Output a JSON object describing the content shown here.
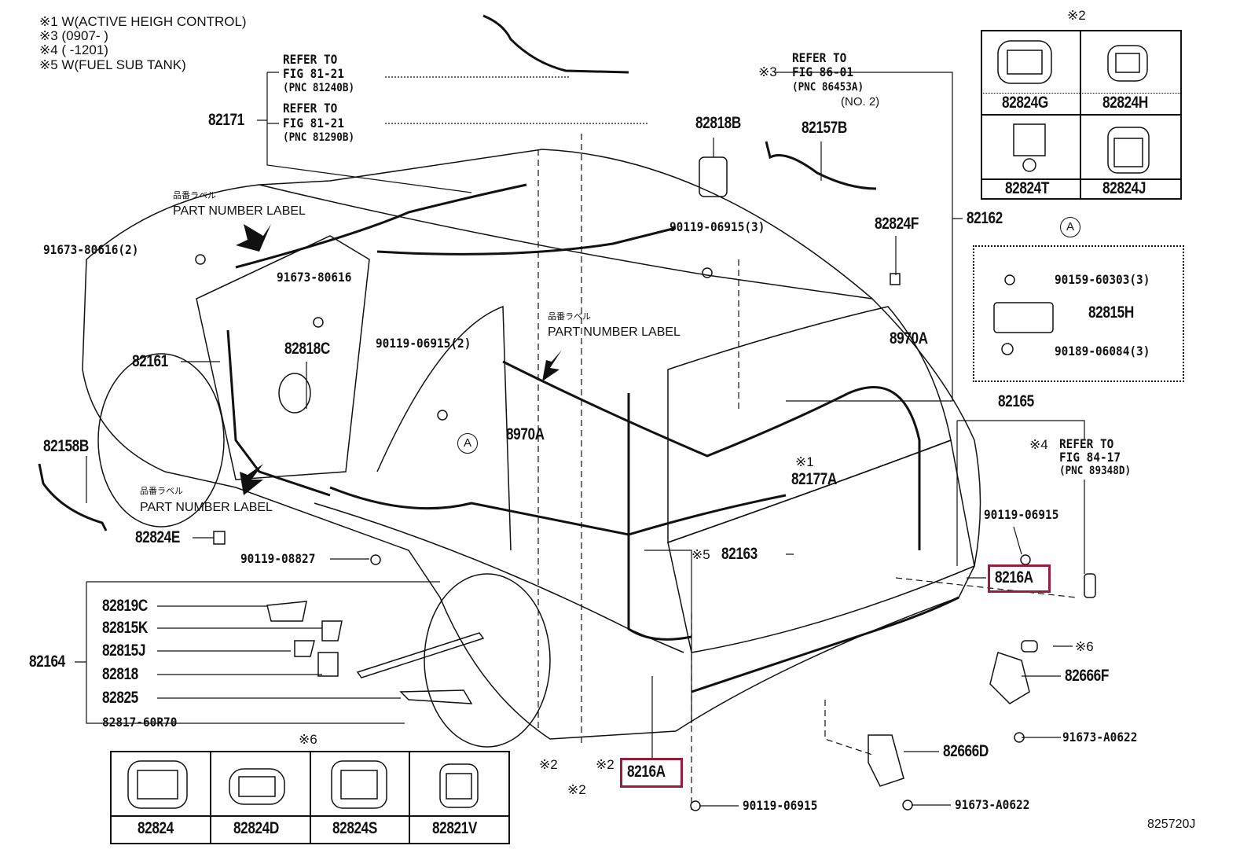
{
  "notes": [
    "※1 W(ACTIVE HEIGH CONTROL)",
    "※3 (0907-      )",
    "※4 (      -1201)",
    "※5 W(FUEL SUB TANK)"
  ],
  "refers": {
    "r1": [
      "REFER TO",
      "FIG 81-21",
      "(PNC 81240B)"
    ],
    "r2": [
      "REFER TO",
      "FIG 81-21",
      "(PNC 81290B)"
    ],
    "r3": [
      "REFER TO",
      "FIG 86-01",
      "(PNC 86453A)",
      "(NO. 2)"
    ],
    "r4": [
      "REFER TO",
      "FIG 84-17",
      "(PNC 89348D)"
    ]
  },
  "marks": {
    "m1": "※1",
    "m2": "※2",
    "m3": "※3",
    "m4": "※4",
    "m5": "※5",
    "m6": "※6"
  },
  "part_number_label": {
    "jp": "品番ラベル",
    "en": "PART NUMBER LABEL"
  },
  "callouts": {
    "p82171": "82171",
    "p82818B": "82818B",
    "p82157B": "82157B",
    "p82162": "82162",
    "p82824F": "82824F",
    "p90119_06915_3": "90119-06915(3)",
    "p91673_80616_2": "91673-80616(2)",
    "p91673_80616": "91673-80616",
    "p82818C": "82818C",
    "p90119_06915_2": "90119-06915(2)",
    "p82161": "82161",
    "p8970A_r": "8970A",
    "p8970A_c": "8970A",
    "p82158B": "82158B",
    "p82165": "82165",
    "p82177A": "82177A",
    "p90119_06915_r": "90119-06915",
    "p82163": "82163",
    "p8216A_r": "8216A",
    "p82824E": "82824E",
    "p90119_08827": "90119-08827",
    "p82819C": "82819C",
    "p82815K": "82815K",
    "p82815J": "82815J",
    "p82818": "82818",
    "p82825": "82825",
    "p82817_60R70": "82817-60R70",
    "p82164": "82164",
    "p82666F": "82666F",
    "p91673_A0622_a": "91673-A0622",
    "p82666D": "82666D",
    "p8216A_b": "8216A",
    "p90119_06915_b": "90119-06915",
    "p91673_A0622_b": "91673-A0622"
  },
  "connector_box_top": [
    "82824G",
    "82824H",
    "82824T",
    "82824J"
  ],
  "detail_a": {
    "marker": "A",
    "items": [
      "90159-60303(3)",
      "82815H",
      "90189-06084(3)"
    ]
  },
  "connector_box_bottom": [
    "82824",
    "82824D",
    "82824S",
    "82821V"
  ],
  "figure_code": "825720J",
  "colors": {
    "highlight": "#9b1b3b",
    "line": "#111111"
  }
}
